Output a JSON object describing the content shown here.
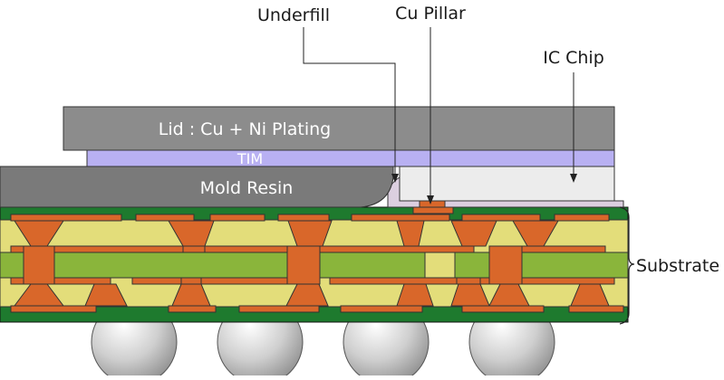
{
  "labels": {
    "underfill": "Underfill",
    "cu_pillar": "Cu Pillar",
    "ic_chip": "IC Chip",
    "lid": "Lid : Cu + Ni Plating",
    "tim": "TIM",
    "mold_resin": "Mold Resin",
    "substrate": "Substrate"
  },
  "colors": {
    "lid": "#8c8c8c",
    "tim": "#b8b0f2",
    "mold": "#7a7a7a",
    "chip": "#ececec",
    "underfill": "#dccfe0",
    "cu_pillar": "#d9672a",
    "solder_mask": "#1e7a2e",
    "copper": "#d9672a",
    "prepreg": "#e3dd7a",
    "core": "#8ab53b",
    "solder_ball": "#c8c8c8"
  }
}
